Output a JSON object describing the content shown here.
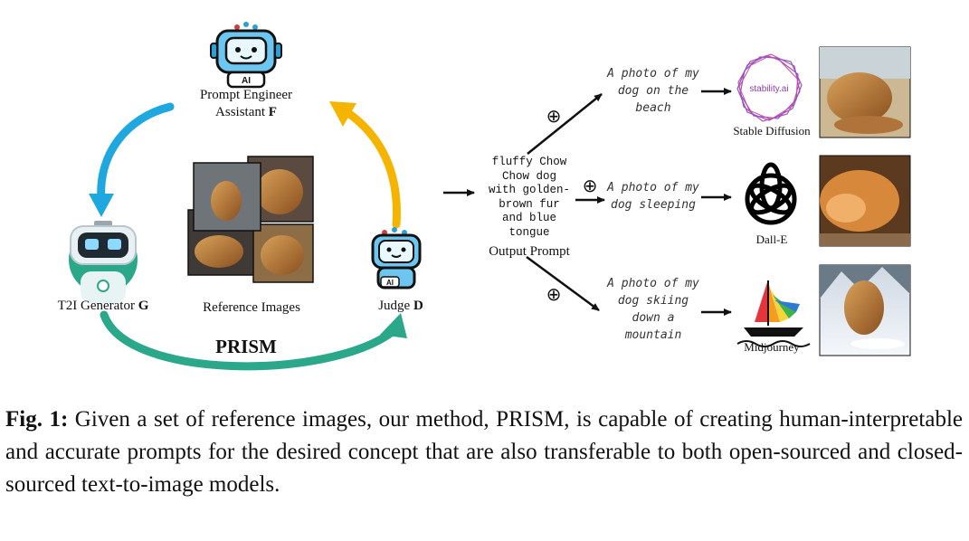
{
  "nodes": {
    "prompt_engineer": {
      "line1": "Prompt Engineer",
      "line2": "Assistant ",
      "letter": "F",
      "badge": "AI"
    },
    "t2i_generator": {
      "label": "T2I Generator ",
      "letter": "G"
    },
    "judge": {
      "label": "Judge ",
      "letter": "D",
      "badge": "AI"
    },
    "reference": {
      "label": "Reference Images"
    }
  },
  "loop_title": "PRISM",
  "output": {
    "prompt_lines": [
      "fluffy Chow",
      "Chow dog",
      "with golden-",
      "brown fur",
      "and blue",
      "tongue"
    ],
    "label": "Output Prompt"
  },
  "branches": [
    {
      "plus": "⊕",
      "prompt_lines": [
        "A photo of my",
        "dog on the",
        "beach"
      ],
      "model": "Stable Diffusion",
      "logo_text": "stability.ai",
      "color": "#8e3fb0"
    },
    {
      "plus": "⊕",
      "prompt_lines": [
        "A photo of my",
        "dog sleeping"
      ],
      "model": "Dall-E",
      "color": "#000000"
    },
    {
      "plus": "⊕",
      "prompt_lines": [
        "A photo of my",
        "dog skiing",
        "down a",
        "mountain"
      ],
      "model": "Midjourney",
      "color": "#000000"
    }
  ],
  "colors": {
    "blue_arrow": "#1fa8e0",
    "yellow_arrow": "#f5b400",
    "green_arrow": "#2aa889",
    "robot_blue": "#2b9fd8",
    "dark": "#111111"
  },
  "caption": {
    "fig_label": "Fig. 1:",
    "text": " Given a set of reference images, our method, PRISM, is capable of creating human-interpretable and accurate prompts for the desired concept that are also transferable to both open-sourced and closed-sourced text-to-image models."
  }
}
